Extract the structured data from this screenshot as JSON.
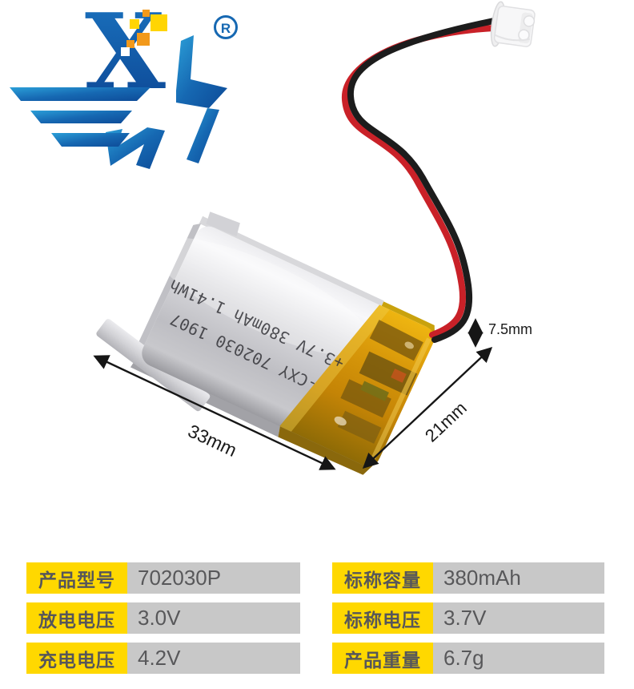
{
  "brand": {
    "letter": "X",
    "registered": "R",
    "colors": {
      "blue_light": "#2b9fd8",
      "blue_dark": "#0d4a97",
      "orange": "#f2991b",
      "yellow": "#ffd503"
    }
  },
  "photo": {
    "print_line1": "-CXY 702030 1907",
    "print_line2": "+3.7V 380mAh 1.41Wh",
    "dim_length": "33mm",
    "dim_width": "21mm",
    "dim_thickness": "7.5mm",
    "wire_colors": {
      "positive": "#c92128",
      "negative": "#1c1c1c"
    }
  },
  "spec": {
    "label_bg": "#ffd800",
    "value_bg": "#c8c8c8",
    "text_color": "#58585a",
    "rows": [
      {
        "label": "产品型号",
        "value": "702030P"
      },
      {
        "label": "放电电压",
        "value": "3.0V"
      },
      {
        "label": "充电电压",
        "value": "4.2V"
      },
      {
        "label": "标称容量",
        "value": "380mAh"
      },
      {
        "label": "标称电压",
        "value": "3.7V"
      },
      {
        "label": "产品重量",
        "value": "6.7g"
      }
    ]
  }
}
